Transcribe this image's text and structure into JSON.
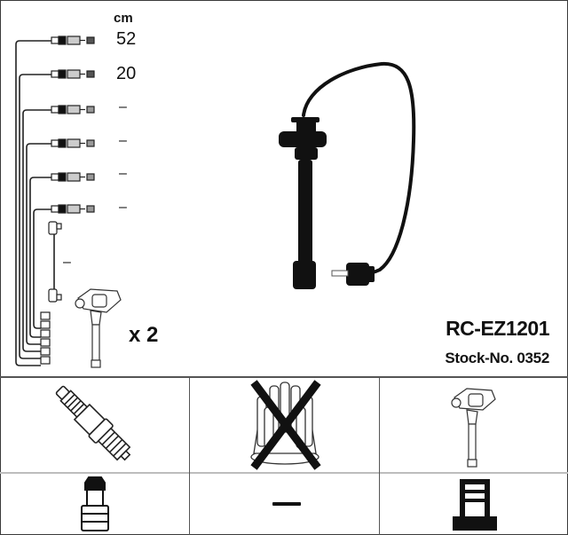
{
  "product": {
    "part_number": "RC-EZ1201",
    "stock_label": "Stock-No. 0352"
  },
  "lead_set": {
    "unit_label": "cm",
    "leads": [
      {
        "name": "lead-1",
        "length": "52"
      },
      {
        "name": "lead-2",
        "length": "20"
      },
      {
        "name": "lead-3",
        "length": "–"
      },
      {
        "name": "lead-4",
        "length": "–"
      },
      {
        "name": "lead-5",
        "length": "–"
      },
      {
        "name": "lead-6",
        "length": "–"
      }
    ],
    "coil_lead_length": "–",
    "coil_quantity": "x 2"
  },
  "compatibility_grid": {
    "row1": [
      {
        "icon": "spark-plug-icon",
        "status": "included"
      },
      {
        "icon": "distributor-cap-icon",
        "status": "not-applicable"
      },
      {
        "icon": "ignition-coil-icon",
        "status": "included"
      }
    ],
    "row2": [
      {
        "icon": "spark-plug-terminal-icon",
        "status": "included"
      },
      {
        "icon": "dash-icon",
        "value": "—"
      },
      {
        "icon": "coil-terminal-icon",
        "status": "included"
      }
    ]
  },
  "colors": {
    "line": "#111111",
    "grid": "#555555",
    "grid_light": "#bdbdbd",
    "background": "#ffffff"
  }
}
